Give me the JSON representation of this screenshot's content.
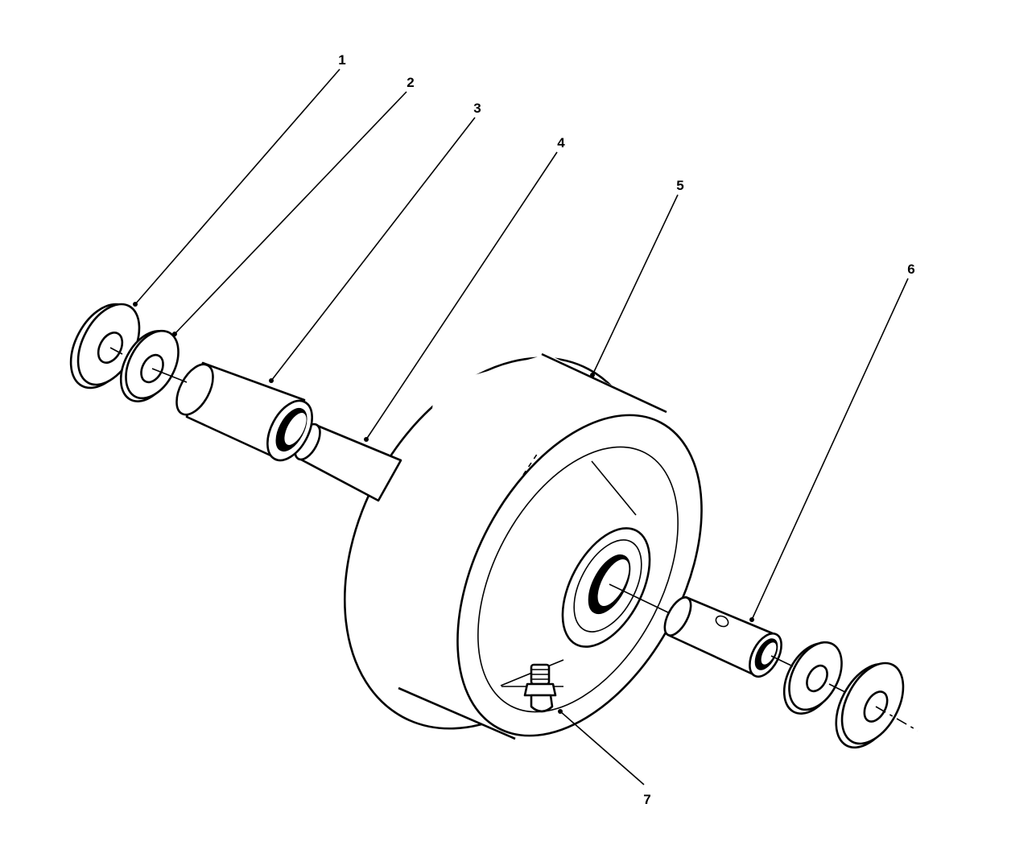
{
  "callouts": [
    {
      "id": "callout-1",
      "label": "1"
    },
    {
      "id": "callout-2",
      "label": "2"
    },
    {
      "id": "callout-3",
      "label": "3"
    },
    {
      "id": "callout-4",
      "label": "4"
    },
    {
      "id": "callout-5",
      "label": "5"
    },
    {
      "id": "callout-6",
      "label": "6"
    },
    {
      "id": "callout-7",
      "label": "7"
    }
  ],
  "colors": {
    "line": "#000000",
    "background": "#ffffff"
  }
}
